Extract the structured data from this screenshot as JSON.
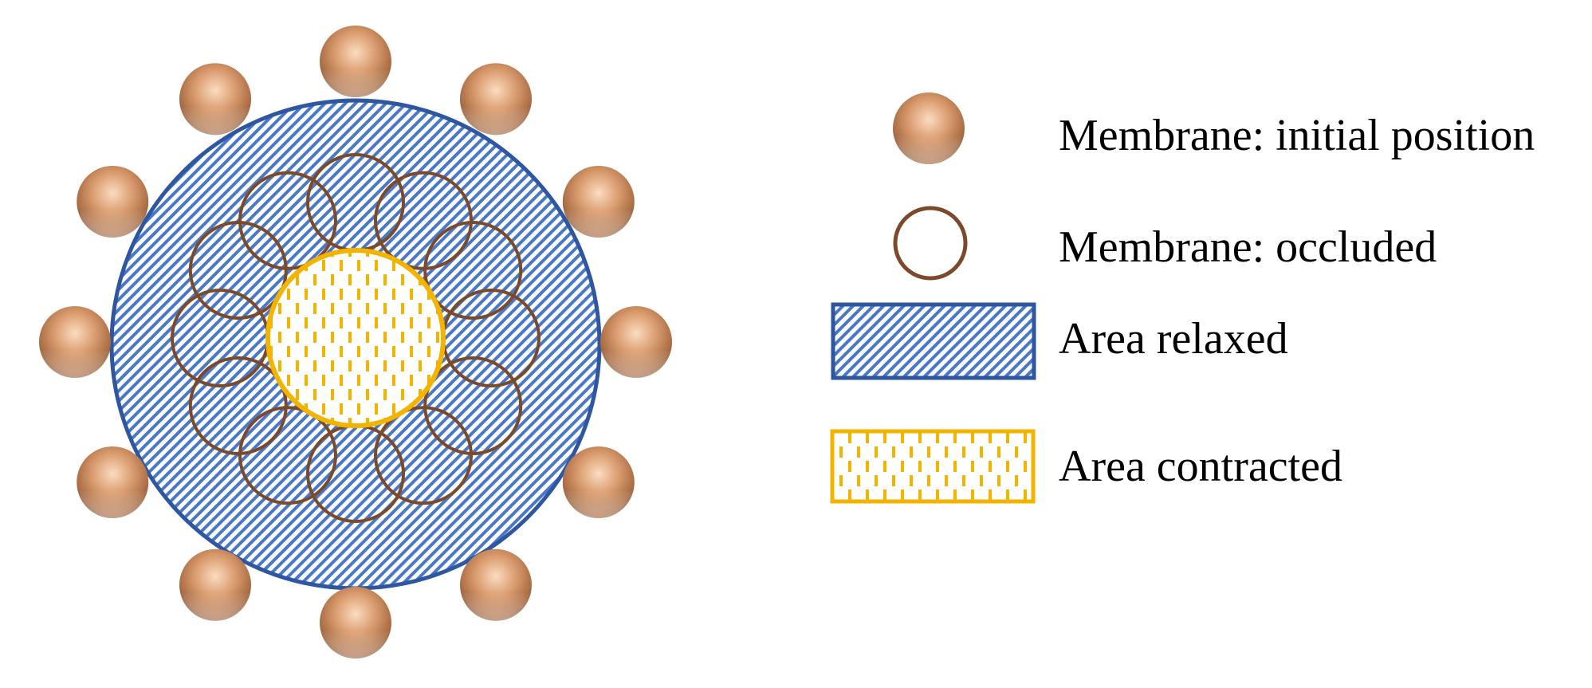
{
  "diagram": {
    "colors": {
      "membrane_initial": "#d99a6c",
      "membrane_occluded_stroke": "#7a4a2a",
      "area_relaxed_stroke": "#2f56a0",
      "area_relaxed_hatch": "#4a78c8",
      "area_contracted_stroke": "#f3b400",
      "area_contracted_dash": "#f3b400"
    },
    "counts": {
      "membrane_initial_beads": 12,
      "membrane_occluded_rings": 12
    },
    "icons": {
      "membrane_initial": "copper-sphere",
      "membrane_occluded": "brown-ring",
      "area_relaxed": "blue-diagonal-hatch",
      "area_contracted": "yellow-dashed-fill"
    }
  },
  "legend": {
    "items": [
      {
        "label": "Membrane: initial position"
      },
      {
        "label": "Membrane: occluded"
      },
      {
        "label": "Area relaxed"
      },
      {
        "label": "Area contracted"
      }
    ]
  }
}
